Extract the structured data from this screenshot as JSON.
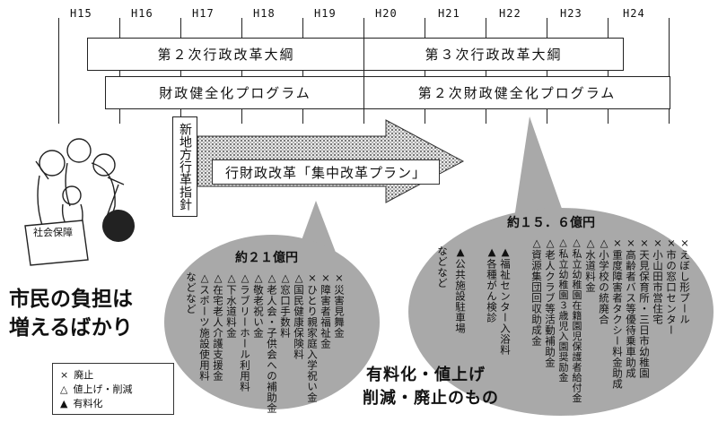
{
  "timeline": {
    "years": [
      "H15",
      "H16",
      "H17",
      "H18",
      "H19",
      "H20",
      "H21",
      "H22",
      "H23",
      "H24"
    ]
  },
  "bars": {
    "plan2": "第２次行政改革大綱",
    "plan3": "第３次行政改革大綱",
    "finance1": "財政健全化プログラム",
    "finance2": "第２次財政健全化プログラム"
  },
  "guideline": "新地方行革指針",
  "arrow_label": "行財政改革「集中改革プラン」",
  "left_bubble": {
    "total": "約２１億円",
    "items": [
      "×災害見舞金",
      "×障害者福祉金",
      "×ひとり親家庭入学祝い金",
      "△国民健康保険料",
      "△窓口手数料",
      "△老人会・子供会への補助金",
      "△敬老祝い金",
      "△ラブリーホール利用料",
      "△下水道料金",
      "△在宅老人介護支援金",
      "△スポーツ施設使用料",
      "などなど"
    ]
  },
  "right_bubble": {
    "total": "約１５．６億円",
    "items": [
      "×えぼし形プール",
      "×市の窓口センター",
      "×小山田市営住宅",
      "×天見保育所・三日市幼稚園",
      "×高齢者バス等優待乗車助成",
      "×重度障害者タクシー料金助成",
      "△小学校の統廃合",
      "△水道料金",
      "△私立幼稚園在籍園児保護者給付金",
      "△私立幼稚園３歳児入園奨励金",
      "△老人クラブ等活動補助金",
      "△資源集団回収助成金",
      "▲福祉センター入浴料",
      "▲各種がん検診",
      "▲公共施設駐車場",
      "などなど"
    ]
  },
  "headline": {
    "line1": "市民の負担は",
    "line2": "増えるばかり"
  },
  "caption": {
    "line1": "有料化・値上げ",
    "line2": "削減・廃止のもの"
  },
  "illustration": {
    "sign": "社会保障"
  },
  "legend": {
    "items": [
      {
        "symbol": "×",
        "label": "廃止"
      },
      {
        "symbol": "△",
        "label": "値上げ・削減"
      },
      {
        "symbol": "▲",
        "label": "有料化"
      }
    ]
  }
}
